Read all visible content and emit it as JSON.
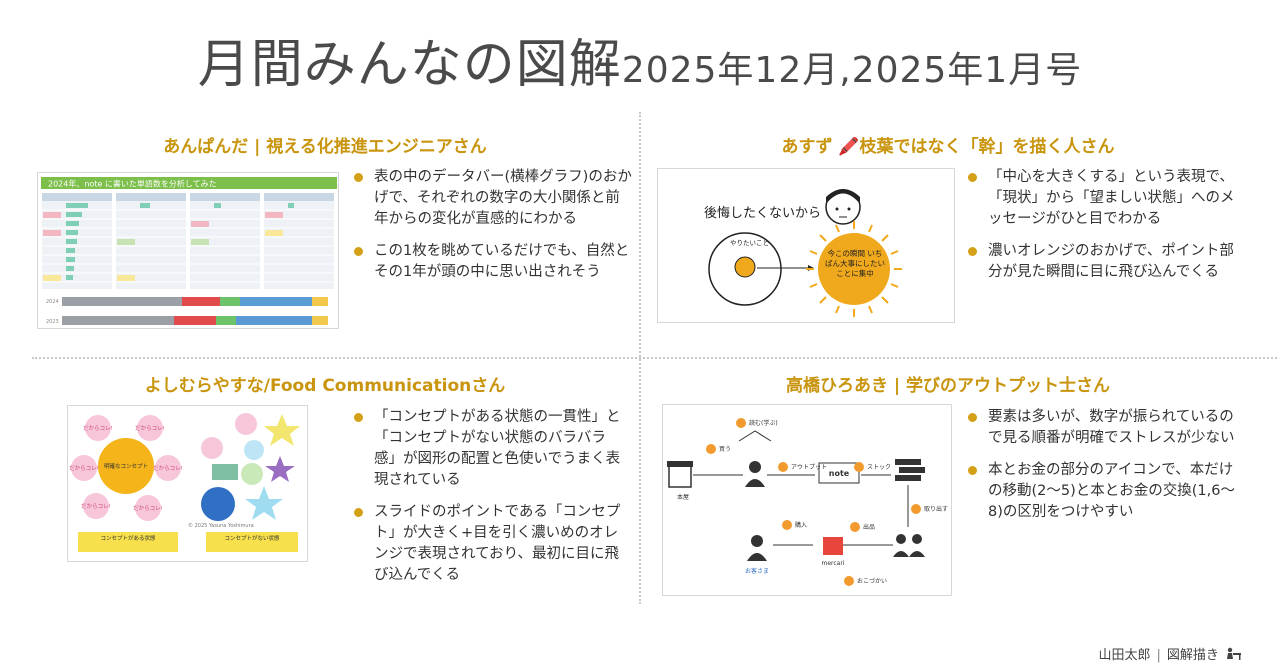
{
  "header": {
    "title_main": "月間みんなの図解",
    "title_issue": "2025年12月,2025年1月号"
  },
  "sections": [
    {
      "heading": "あんぱんだ | 視える化推進エンジニアさん",
      "thumbnail": {
        "banner": "2024年、note に書いた単語数を分析してみた",
        "bar_rows": [
          "2024",
          "2023"
        ]
      },
      "bullets": [
        "表の中のデータバー(横棒グラフ)のおかげで、それぞれの数字の大小関係と前年からの変化が直感的にわかる",
        "この1枚を眺めているだけでも、自然とその1年が頭の中に思い出されそう"
      ]
    },
    {
      "heading": "あすず 🖍️枝葉ではなく「幹」を描く人さん",
      "thumbnail": {
        "handwritten_title": "後悔したくないから",
        "circle_label": "やりたいこと",
        "sun_text": "今この瞬間 いちばん大事にしたいことに集中"
      },
      "bullets": [
        "「中心を大きくする」という表現で、「現状」から「望ましい状態」へのメッセージがひと目でわかる",
        "濃いオレンジのおかげで、ポイント部分が見た瞬間に目に飛び込んでくる"
      ]
    },
    {
      "heading": "よしむらやすな/Food Communicationさん",
      "thumbnail": {
        "center_label": "明確なコンセプト",
        "bubble": "だからコレ!",
        "box_left_title": "コンセプトがある状態",
        "box_right_title": "コンセプトがない状態",
        "credit": "© 2025 Yasuna Yoshimura"
      },
      "bullets": [
        "「コンセプトがある状態の一貫性」と「コンセプトがない状態のバラバラ感」が図形の配置と色使いでうまく表現されている",
        "スライドのポイントである「コンセプト」が大きく+目を引く濃いめのオレンジで表現されており、最初に目に飛び込んでくる"
      ]
    },
    {
      "heading": "高橋ひろあき | 学びのアウトプット士さん",
      "thumbnail": {
        "steps": [
          "買う",
          "読む(学ぶ)",
          "アウトプット",
          "ストック",
          "取り出す",
          "出品",
          "購入",
          "おこづかい"
        ],
        "labels": [
          "本屋",
          "note",
          "mercari",
          "お客さま"
        ]
      },
      "bullets": [
        "要素は多いが、数字が振られているので見る順番が明確でストレスが少ない",
        "本とお金の部分のアイコンで、本だけの移動(2〜5)と本とお金の交換(1,6〜8)の区別をつけやすい"
      ]
    }
  ],
  "footer": {
    "author": "山田太郎",
    "label": "図解描き"
  },
  "colors": {
    "heading": "#c9950e",
    "bullet": "#d4a017",
    "sun": "#f0a81c"
  }
}
